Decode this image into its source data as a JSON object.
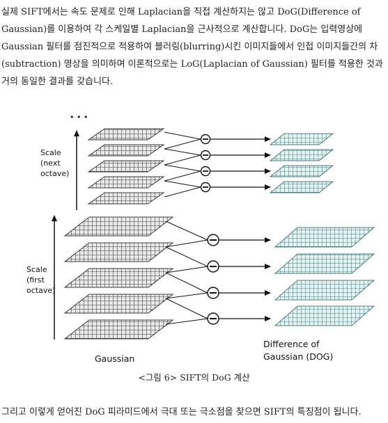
{
  "paragraph_top": "실제 SIFT에서는 속도 문제로 인해 Laplacian을 직접 계산하지는 않고 DoG(Difference of Gaussian)를 이용하여 각 스케일별 Laplacian을 근사적으로 계산합니다. DoG는 입력영상에 Gaussian 필터를 점진적으로 적용하여 블러링(blurring)시킨 이미지들에서 인접 이미지들간의 차(subtraction) 영상을 의미하며 이론적으로는 LoG(Laplacian of Gaussian) 필터를 적용한 것과 거의 동일한 결과를 갖습니다.",
  "figure": {
    "dots": "• • •",
    "scale_next": [
      "Scale",
      "(next",
      "octave)"
    ],
    "scale_first": [
      "Scale",
      "(first",
      "octave)"
    ],
    "gaussian_label": "Gaussian",
    "dog_label": [
      "Difference of",
      "Gaussian (DOG)"
    ],
    "minus_symbol": "−",
    "colors": {
      "gaussian": "#3a3a3a",
      "dog": "#4c7d7d",
      "line": "#111111"
    }
  },
  "caption": "<그림 6> SIFT의 DoG 계산",
  "paragraph_bottom": "그리고 이렇게 얻어진 DoG 피라미드에서 극대 또는 극소점을 찾으면 SIFT의 특징점이 됩니다."
}
